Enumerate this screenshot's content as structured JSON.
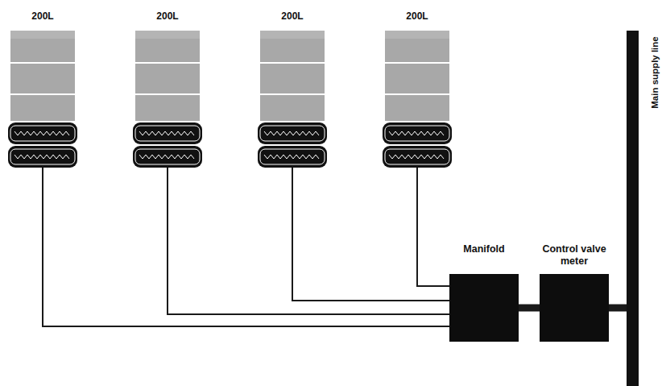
{
  "diagram": {
    "nodes": [
      {
        "text": [
          "200L"
        ]
      },
      {
        "text": [
          "200L"
        ]
      },
      {
        "text": [
          "200L"
        ]
      },
      {
        "text": [
          "200L"
        ]
      },
      {
        "text": [
          "Manifold"
        ]
      },
      {
        "text": [
          "Control valve meter"
        ]
      },
      {
        "text": [
          "Main supply line"
        ]
      }
    ],
    "edges": [
      {
        "from": 0,
        "to": 4,
        "arrow": "none"
      },
      {
        "from": 1,
        "to": 4,
        "arrow": "none"
      },
      {
        "from": 2,
        "to": 4,
        "arrow": "none"
      },
      {
        "from": 3,
        "to": 4,
        "arrow": "none"
      },
      {
        "from": 4,
        "to": 5,
        "arrow": "none"
      },
      {
        "from": 5,
        "to": 6,
        "arrow": "none"
      }
    ]
  }
}
